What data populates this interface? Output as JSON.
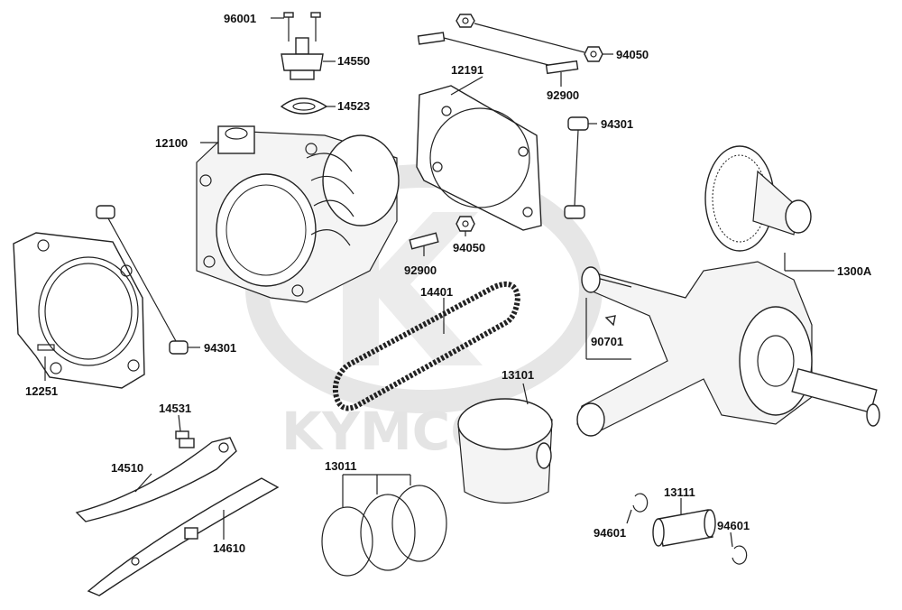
{
  "watermark": {
    "brand": "KYMCO"
  },
  "colors": {
    "ink": "#111111",
    "watermark": "#e4e4e4"
  },
  "labels": {
    "p96001": "96001",
    "p14550": "14550",
    "p14523": "14523",
    "p12191": "12191",
    "p94050_top": "94050",
    "p92900_top": "92900",
    "p94301_right": "94301",
    "p12100": "12100",
    "p94050_mid": "94050",
    "p92900_mid": "92900",
    "p1300A": "1300A",
    "p14401": "14401",
    "p90701": "90701",
    "p94301_left": "94301",
    "p12251": "12251",
    "p13101": "13101",
    "p14531": "14531",
    "p14510": "14510",
    "p13011": "13011",
    "p14610": "14610",
    "p13111": "13111",
    "p94601_left": "94601",
    "p94601_right": "94601"
  }
}
